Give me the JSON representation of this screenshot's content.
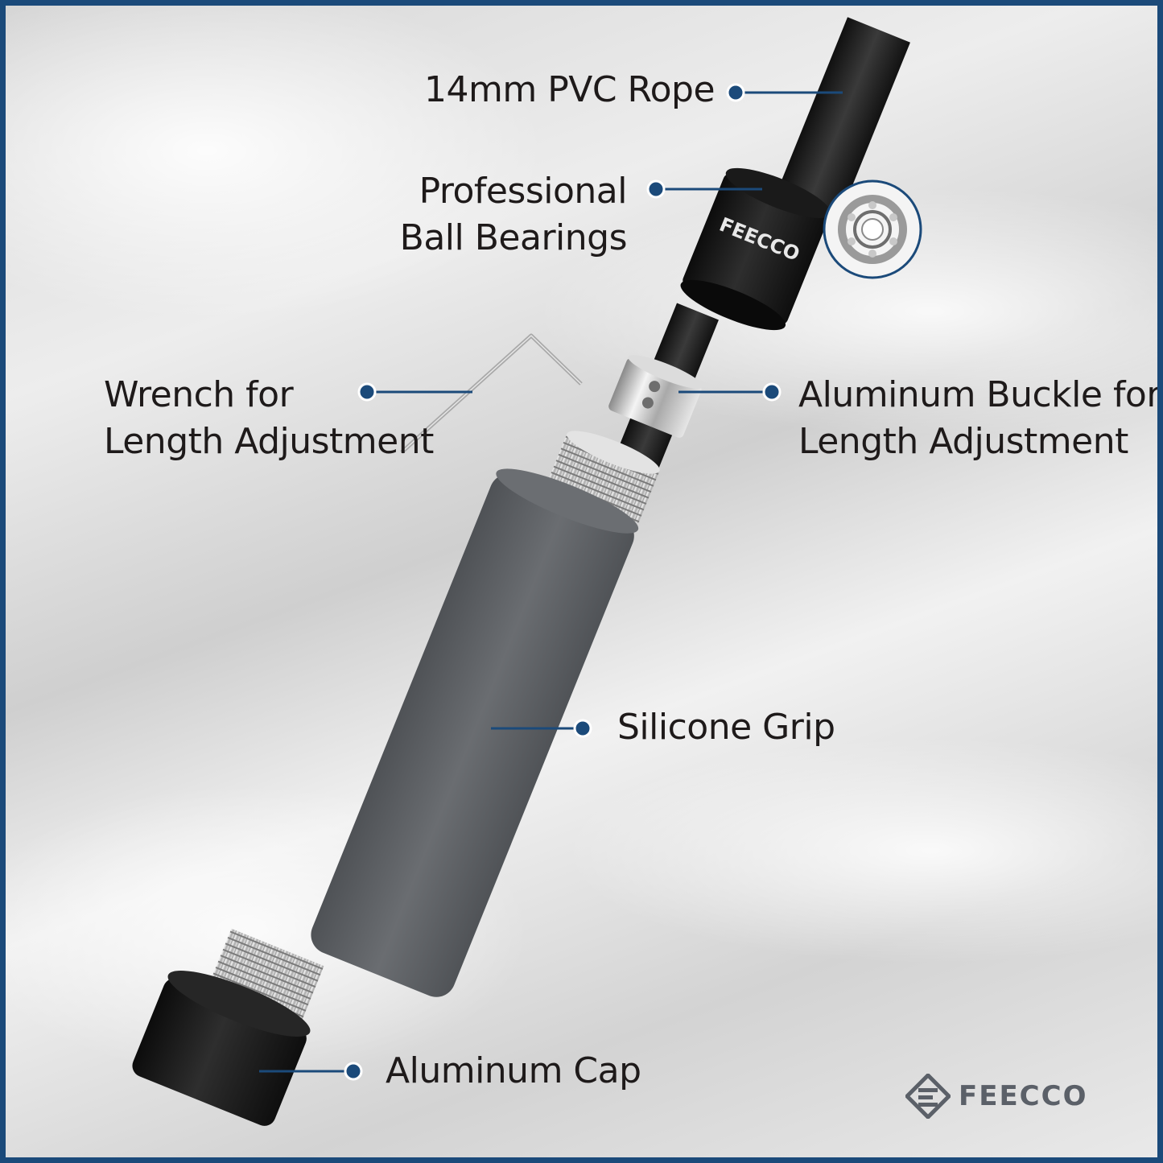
{
  "labels": {
    "rope": "14mm PVC Rope",
    "bearings_line1": "Professional",
    "bearings_line2": "Ball Bearings",
    "wrench_line1": "Wrench for",
    "wrench_line2": "Length Adjustment",
    "buckle_line1": "Aluminum Buckle for",
    "buckle_line2": "Length Adjustment",
    "grip": "Silicone Grip",
    "cap": "Aluminum Cap"
  },
  "brand": {
    "product_mark": "FEECCO",
    "logo_text": "FEECCO"
  },
  "colors": {
    "border": "#1b4a7a",
    "callout": "#1b4a7a",
    "grip": "#5f6266",
    "text": "#1e1a1a",
    "logo": "#5b6068"
  },
  "icons": {
    "logo": "feecco-logo-icon",
    "bearing": "ball-bearing-icon"
  }
}
